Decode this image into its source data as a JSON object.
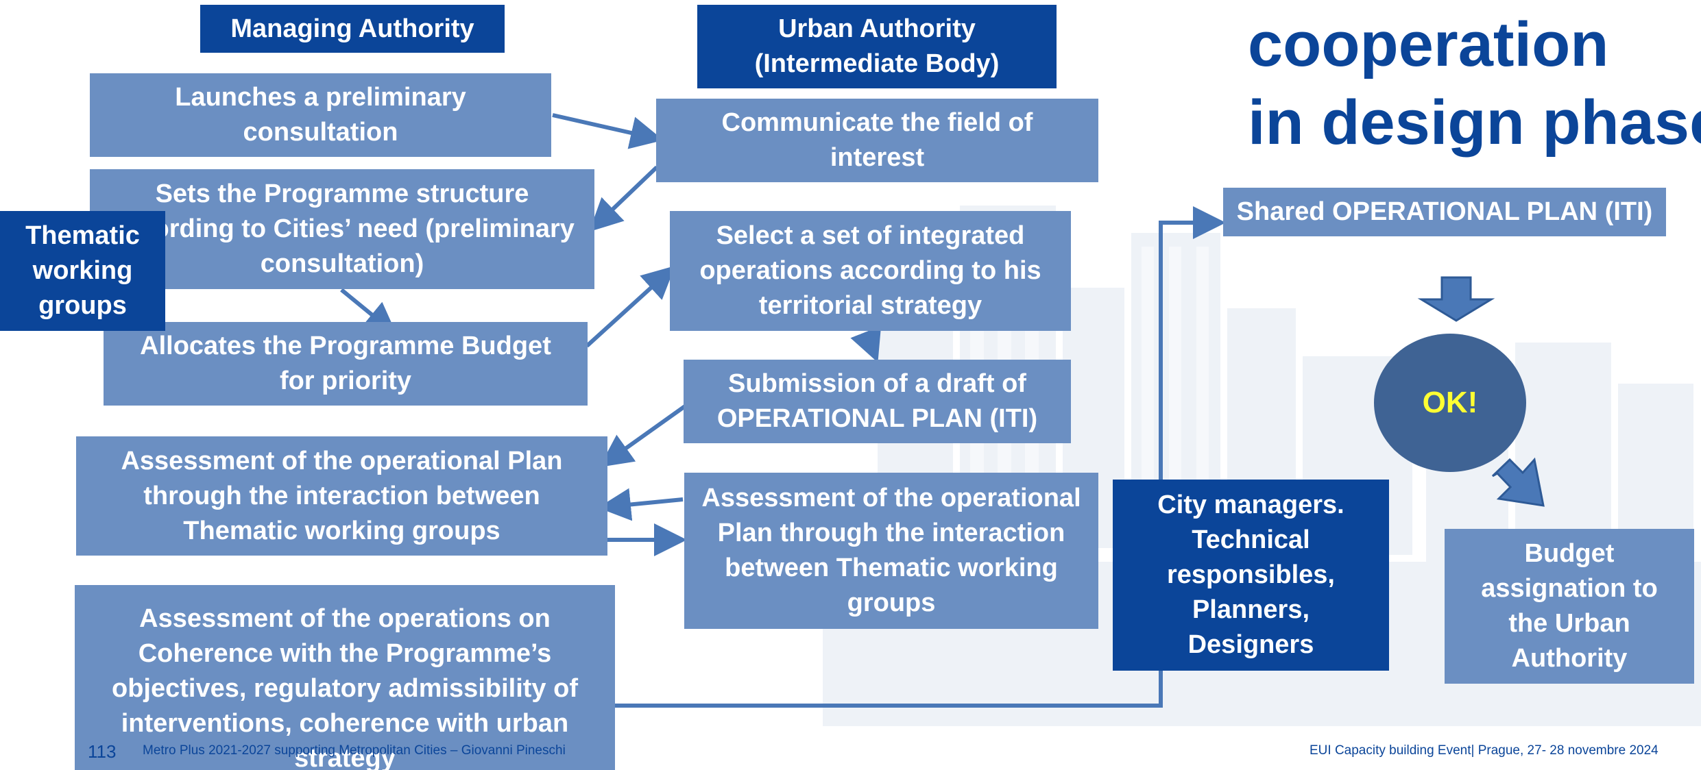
{
  "slide": {
    "title": "cooperation\nin design phase",
    "managing_authority_header": "Managing Authority",
    "urban_authority_header": "Urban Authority\n(Intermediate Body)",
    "thematic_groups_label": "Thematic\nworking\ngroups",
    "city_managers_label": "City managers.\nTechnical\nresponsibles,\nPlanners,\nDesigners",
    "ok_label": "OK!",
    "managing_authority_steps": [
      "Launches a preliminary\nconsultation",
      "Sets the Programme structure\naccording to Cities’ need (preliminary\nconsultation)",
      "Allocates the Programme Budget\nfor priority",
      "Assessment of the operational Plan\nthrough the interaction between\nThematic working groups",
      "Assessment of the operations on\nCoherence with the Programme’s\nobjectives, regulatory admissibility of\ninterventions, coherence with urban\nstrategy"
    ],
    "urban_authority_steps": [
      "Communicate the field of\ninterest",
      "Select a set of integrated\noperations according to his\nterritorial strategy",
      "Submission of a draft of\nOPERATIONAL PLAN (ITI)",
      "Assessment of the operational\nPlan through the interaction\nbetween Thematic working\ngroups"
    ],
    "outcome_steps": [
      "Shared OPERATIONAL PLAN (ITI)",
      "Budget\nassignation to\nthe Urban\nAuthority"
    ]
  },
  "footer": {
    "page_number": "113",
    "left_text": "Metro Plus 2021-2027 supporting Metropolitan Cities – Giovanni Pineschi",
    "right_text": "EUI Capacity building Event| Prague, 27- 28 novembre 2024"
  },
  "colors": {
    "light_box": "#6b8fc2",
    "dark_box": "#0b4599",
    "arrow": "#4a78b7",
    "ok_circle": "#3f6394",
    "ok_text": "#ffff33",
    "title": "#0b4599"
  }
}
